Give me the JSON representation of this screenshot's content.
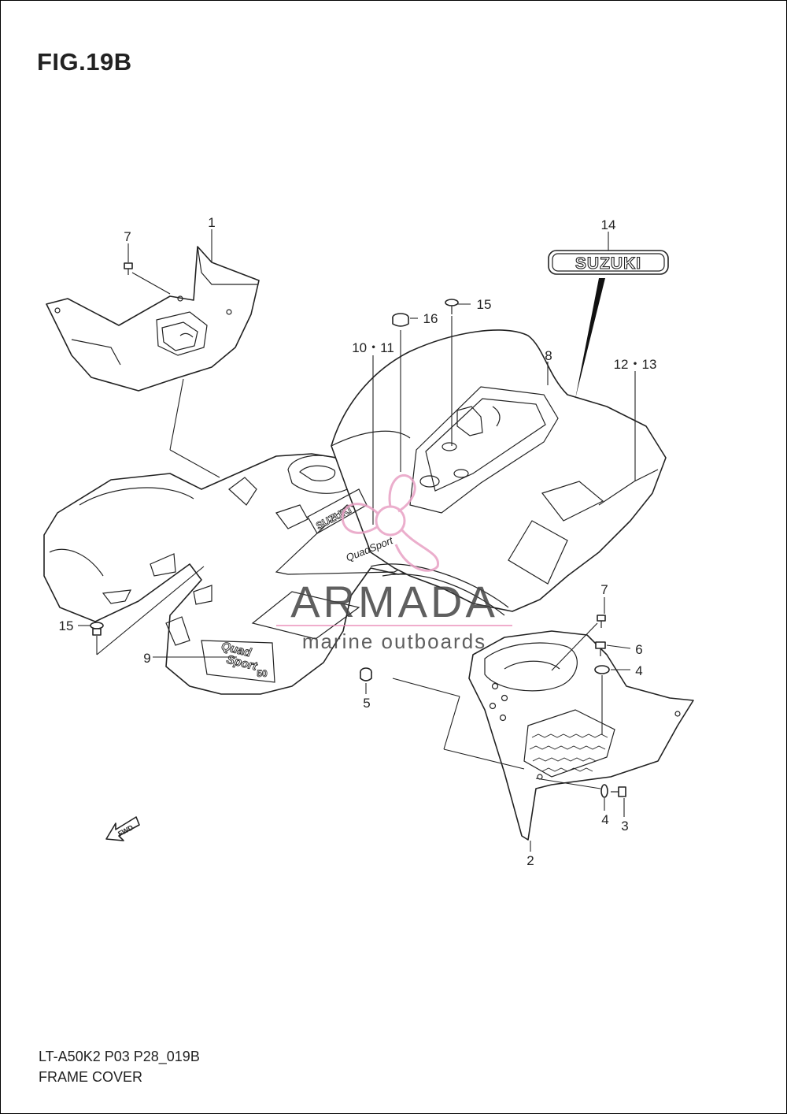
{
  "figure": {
    "title": "FIG.19B",
    "code": "LT-A50K2 P03 P28_019B",
    "name": "FRAME COVER"
  },
  "callouts": {
    "c1": "1",
    "c2": "2",
    "c3": "3",
    "c4a": "4",
    "c4b": "4",
    "c5": "5",
    "c6": "6",
    "c7a": "7",
    "c7b": "7",
    "c8": "8",
    "c9": "9",
    "c10_11": "10・11",
    "c12_13": "12・13",
    "c14": "14",
    "c15a": "15",
    "c15b": "15",
    "c16": "16"
  },
  "labels": {
    "emblem": "SUZUKI",
    "tank_decal": "SUZUKI",
    "model_decal": "QuadSport",
    "side_decal_line1": "Quad",
    "side_decal_line2": "Sport",
    "side_decal_line3": "50",
    "fwd": "FWD"
  },
  "watermark": {
    "brand": "ARMADA",
    "tagline": "marine outboards",
    "logo_color": "#e8a0c4",
    "text_color": "#444444",
    "rule_color": "#e87fb0"
  }
}
